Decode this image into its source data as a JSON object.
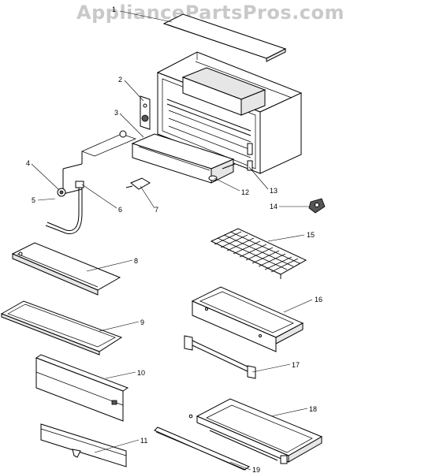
{
  "watermark": "AppliancePartsPros.com",
  "callouts": [
    {
      "id": "1",
      "label": "1"
    },
    {
      "id": "2",
      "label": "2"
    },
    {
      "id": "3",
      "label": "3"
    },
    {
      "id": "4",
      "label": "4"
    },
    {
      "id": "5",
      "label": "5"
    },
    {
      "id": "6",
      "label": "6"
    },
    {
      "id": "7",
      "label": "7"
    },
    {
      "id": "8",
      "label": "8"
    },
    {
      "id": "9",
      "label": "9"
    },
    {
      "id": "10",
      "label": "10"
    },
    {
      "id": "11",
      "label": "11"
    },
    {
      "id": "12",
      "label": "12"
    },
    {
      "id": "13",
      "label": "13"
    },
    {
      "id": "14",
      "label": "14"
    },
    {
      "id": "15",
      "label": "15"
    },
    {
      "id": "16",
      "label": "16"
    },
    {
      "id": "17",
      "label": "17"
    },
    {
      "id": "18",
      "label": "18"
    },
    {
      "id": "19",
      "label": "19"
    }
  ]
}
